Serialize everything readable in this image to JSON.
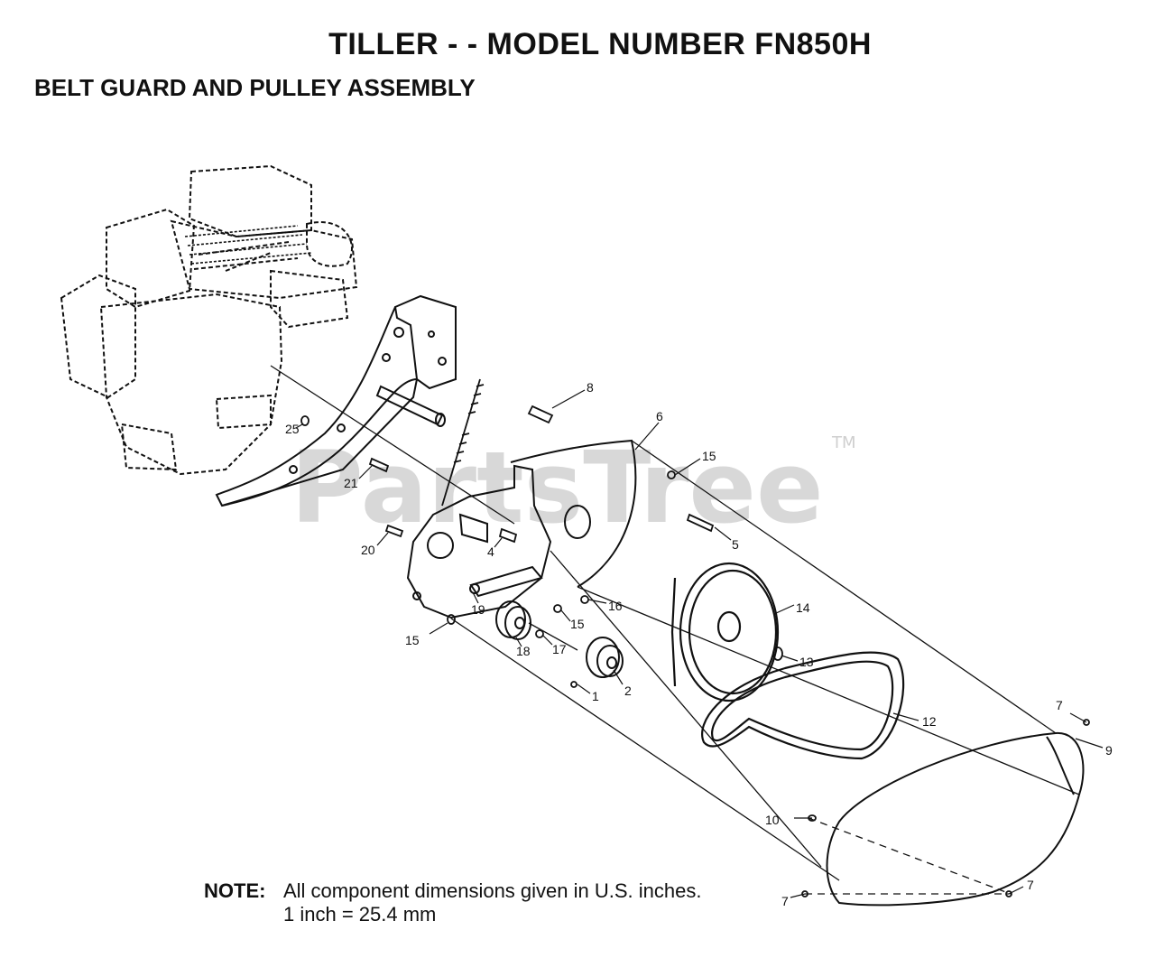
{
  "header": {
    "title": "TILLER - - MODEL NUMBER FN850H",
    "subtitle": "BELT GUARD AND PULLEY ASSEMBLY"
  },
  "watermark": {
    "text": "PartsTree",
    "tm": "TM"
  },
  "callouts": [
    "8",
    "6",
    "15",
    "25",
    "21",
    "20",
    "4",
    "5",
    "14",
    "16",
    "19",
    "15",
    "15",
    "18",
    "17",
    "13",
    "1",
    "2",
    "12",
    "7",
    "9",
    "10",
    "7",
    "7"
  ],
  "note": {
    "label": "NOTE:",
    "line1": "All component dimensions given in U.S. inches.",
    "line2": "1 inch = 25.4 mm"
  }
}
